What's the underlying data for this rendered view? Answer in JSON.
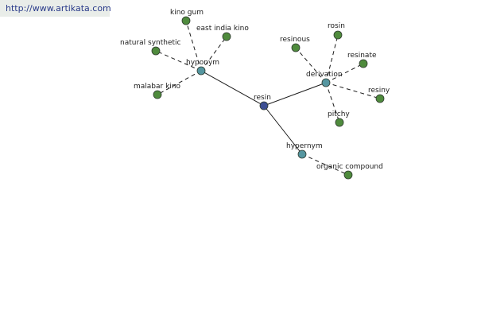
{
  "site_url": "http://www.artikata.com",
  "colors": {
    "root": "#3d4f93",
    "relation": "#5596a0",
    "leaf": "#4f8b3d"
  },
  "nodes": {
    "resin": "resin",
    "hyponym": "hyponym",
    "derivation": "derivation",
    "hypernym": "hypernym",
    "kino_gum": "kino gum",
    "east_india_kino": "east india kino",
    "natural_synthetic": "natural synthetic",
    "malabar_kino": "malabar kino",
    "resinous": "resinous",
    "rosin": "rosin",
    "resinate": "resinate",
    "resiny": "resiny",
    "pitchy": "pitchy",
    "organic_compound": "organic compound"
  }
}
